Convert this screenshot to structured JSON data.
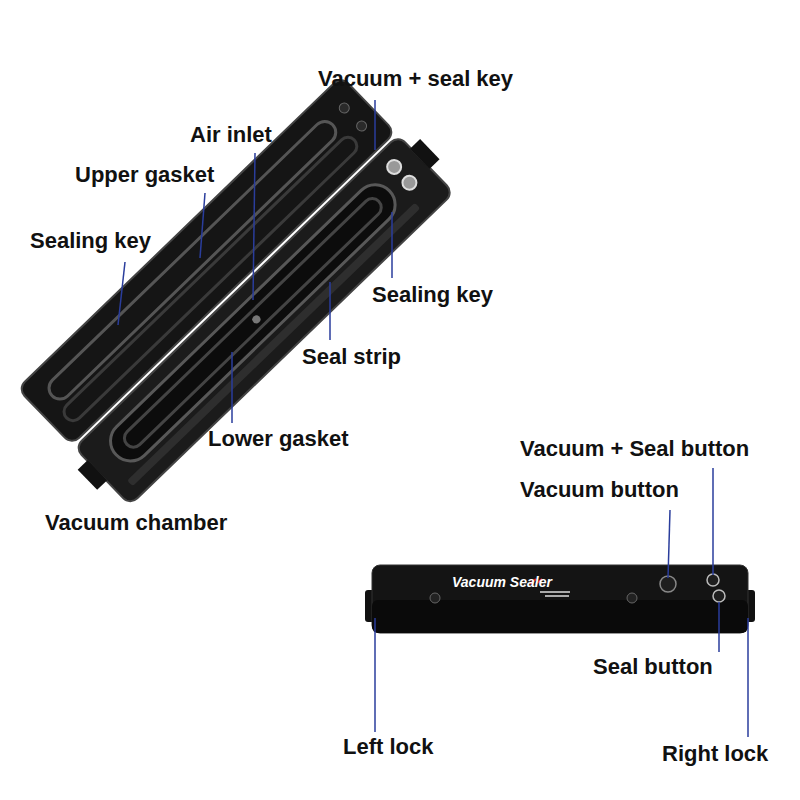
{
  "diagram": {
    "labels": [
      "Vacuum + seal key",
      "Air inlet",
      "Upper gasket",
      "Sealing key",
      "Sealing key",
      "Seal strip",
      "Lower gasket",
      "Vacuum chamber",
      "Vacuum + Seal button",
      "Vacuum button",
      "Seal button",
      "Left lock",
      "Right lock",
      "Vacuum Sealer"
    ]
  }
}
